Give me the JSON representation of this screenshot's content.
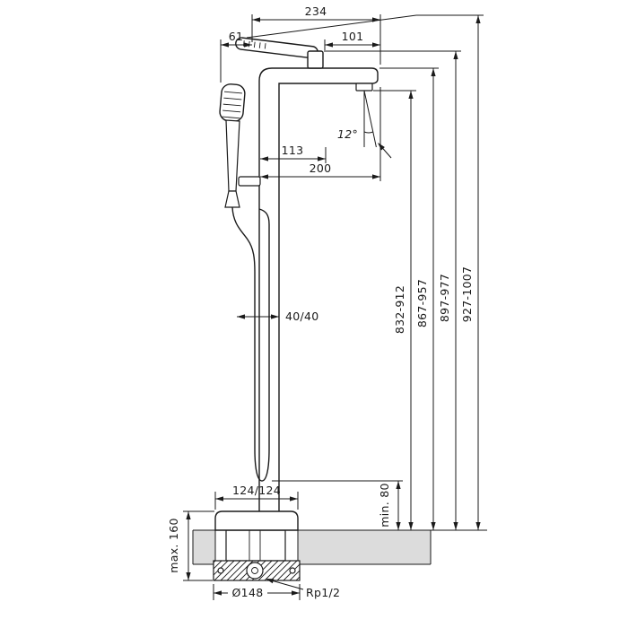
{
  "colors": {
    "line": "#1a1a1a",
    "floor": "#dcdcdc",
    "background": "#ffffff"
  },
  "drawing": {
    "subject": "freestanding-bathtub-mixer-dimension-drawing",
    "labels": {
      "width_total": "234",
      "width_left": "61",
      "width_right": "101",
      "reach_spray": "113",
      "reach_spout": "200",
      "spray_angle": "12°",
      "hose_offset": "40/40",
      "height_outlet": "832-912",
      "height_spout": "867-957",
      "height_handle_base": "897-977",
      "height_total": "927-1007",
      "base_plate": "124/124",
      "clearance_min": "min. 80",
      "floor_max": "max. 160",
      "flange_diameter": "Ø148",
      "connection": "Rp1/2"
    }
  }
}
